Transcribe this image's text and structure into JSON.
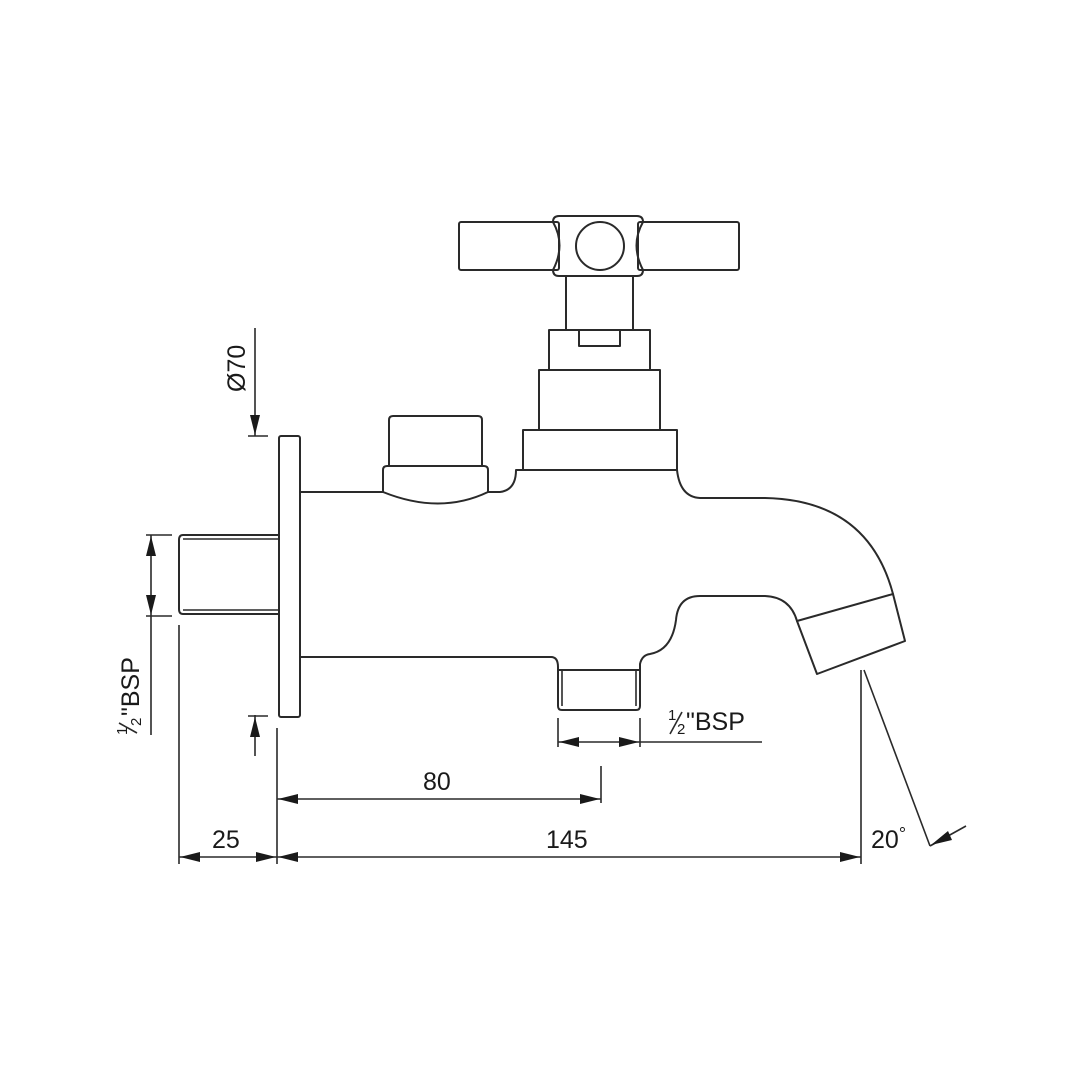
{
  "drawing": {
    "subject": "Wall-mounted bib tap with cross handle, technical dimension drawing",
    "stroke_color": "#2a2a2a",
    "background": "#ffffff",
    "units": "mm"
  },
  "dimensions": {
    "flange_diameter": {
      "label": "Ø70"
    },
    "inlet_thread": {
      "fraction_num": "1",
      "fraction_den": "2",
      "label": "\"BSP"
    },
    "outlet_thread": {
      "fraction_num": "1",
      "fraction_den": "2",
      "label": "\"BSP"
    },
    "inlet_length": {
      "label": "25"
    },
    "outlet_position": {
      "label": "80"
    },
    "spout_projection": {
      "label": "145"
    },
    "spout_angle": {
      "label": "20",
      "unit": "°"
    }
  },
  "components": [
    {
      "name": "cross-handle"
    },
    {
      "name": "spindle"
    },
    {
      "name": "bonnet"
    },
    {
      "name": "auxiliary-fitting-cap"
    },
    {
      "name": "wall-flange"
    },
    {
      "name": "inlet-thread"
    },
    {
      "name": "tap-body"
    },
    {
      "name": "spout"
    },
    {
      "name": "aerator"
    },
    {
      "name": "bottom-outlet"
    }
  ]
}
